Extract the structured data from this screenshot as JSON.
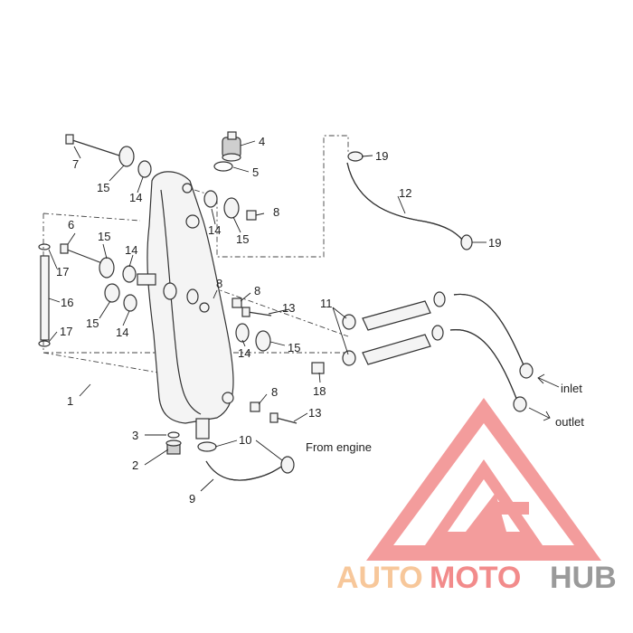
{
  "callouts": {
    "c1": "1",
    "c2": "2",
    "c3": "3",
    "c4": "4",
    "c5": "5",
    "c6": "6",
    "c7": "7",
    "c8a": "8",
    "c8b": "8",
    "c8c": "8",
    "c8d": "8",
    "c9": "9",
    "c10": "10",
    "c11": "11",
    "c12": "12",
    "c13a": "13",
    "c13b": "13",
    "c14a": "14",
    "c14b": "14",
    "c14c": "14",
    "c14d": "14",
    "c14e": "14",
    "c15a": "15",
    "c15b": "15",
    "c15c": "15",
    "c15d": "15",
    "c15e": "15",
    "c16": "16",
    "c17a": "17",
    "c17b": "17",
    "c18": "18",
    "c19a": "19",
    "c19b": "19"
  },
  "notes": {
    "inlet": "inlet",
    "outlet": "outlet",
    "from_engine": "From engine"
  },
  "watermark": {
    "part1": "AUTO",
    "part2": "MOTO",
    "part3": "HUB",
    "color_light": "#f7c79a",
    "color_red": "#f28b8b",
    "color_grey": "#9a9a9a"
  }
}
